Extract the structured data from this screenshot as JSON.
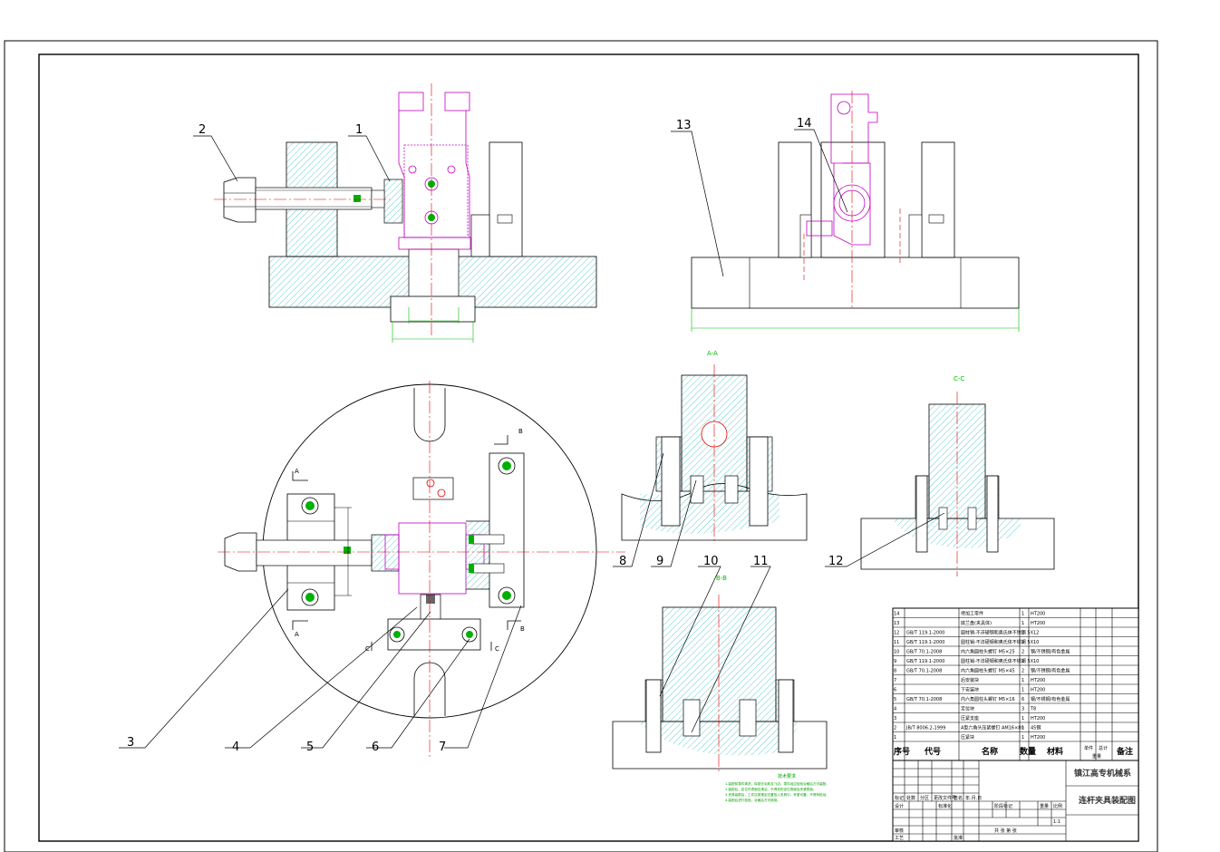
{
  "drawing": {
    "school": "镇江高专机械系",
    "drawing_title": "连杆夹具装配图",
    "scale": "1:1",
    "sheet_label": "共  张  第  张"
  },
  "section_labels": {
    "a": "A-A",
    "b": "B-B",
    "c": "C-C"
  },
  "view_letters": {
    "a": "A",
    "b": "B",
    "c": "C"
  },
  "callouts": [
    "1",
    "2",
    "3",
    "4",
    "5",
    "6",
    "7",
    "8",
    "9",
    "10",
    "11",
    "12",
    "13",
    "14"
  ],
  "bom": {
    "headers": [
      "序号",
      "代号",
      "名称",
      "数量",
      "材料",
      "单件",
      "总计",
      "重量",
      "备注"
    ],
    "rows": [
      {
        "no": "14",
        "code": "",
        "name": "待加工零件",
        "qty": "1",
        "material": "HT200"
      },
      {
        "no": "13",
        "code": "",
        "name": "底兰盘(夹具体)",
        "qty": "1",
        "material": "HT200"
      },
      {
        "no": "12",
        "code": "GB/T 119.1-2000",
        "name": "圆柱销-不淬硬钢和奥氏体不锈钢 5X12",
        "qty": "2",
        "material": ""
      },
      {
        "no": "11",
        "code": "GB/T 119.1-2000",
        "name": "圆柱销-不淬硬钢和奥氏体不锈钢 5X10",
        "qty": "2",
        "material": ""
      },
      {
        "no": "10",
        "code": "GB/T 70.1-2008",
        "name": "内六角圆柱头螺钉 M5×25",
        "qty": "2",
        "material": "钢/不锈钢/有色金属"
      },
      {
        "no": "9",
        "code": "GB/T 119.1-2000",
        "name": "圆柱销-不淬硬钢和奥氏体不锈钢 5X10",
        "qty": "2",
        "material": ""
      },
      {
        "no": "8",
        "code": "GB/T 70.1-2008",
        "name": "内六角圆柱头螺钉 M5×45",
        "qty": "2",
        "material": "钢/不锈钢/有色金属"
      },
      {
        "no": "7",
        "code": "",
        "name": "后安装块",
        "qty": "1",
        "material": "HT200"
      },
      {
        "no": "6",
        "code": "",
        "name": "下安装块",
        "qty": "1",
        "material": "HT200"
      },
      {
        "no": "5",
        "code": "GB/T 70.1-2008",
        "name": "内六角圆柱头螺钉 M5×16",
        "qty": "6",
        "material": "钢/不锈钢/有色金属"
      },
      {
        "no": "4",
        "code": "",
        "name": "定位块",
        "qty": "3",
        "material": "T8"
      },
      {
        "no": "3",
        "code": "",
        "name": "压紧支座",
        "qty": "1",
        "material": "HT200"
      },
      {
        "no": "2",
        "code": "JB/T 8006.2-1999",
        "name": "A型六角头压紧螺钉 AM16×80",
        "qty": "1",
        "material": "45钢"
      },
      {
        "no": "1",
        "code": "",
        "name": "压紧块",
        "qty": "1",
        "material": "HT200"
      }
    ]
  },
  "title_block": {
    "labels": [
      "标记",
      "处数",
      "分区",
      "更改文件号",
      "签名",
      "年.月.日",
      "设计",
      "标准化",
      "阶段标记",
      "重量",
      "比例",
      "审核",
      "工艺",
      "批准"
    ]
  },
  "notes": {
    "title": "技术要求",
    "lines": [
      "1.装配前零件清洗，除锈去毛刺及飞边，零件经过检验合格后方可装配。",
      "2.装配后，定位件表面应清洁，不得划伤定位表面及夹紧表面。",
      "3.夹具装配后，工件应按规定位置放入夹具中，夹紧可靠，不得有松动。",
      "4.装配后进行检验，合格后方可使用。"
    ]
  },
  "colors": {
    "outline": "#000000",
    "center_line": "#e00000",
    "workpiece": "#c000c0",
    "hatch": "#00b0b0",
    "dimension": "#00c000",
    "fastener": "#00a000"
  }
}
